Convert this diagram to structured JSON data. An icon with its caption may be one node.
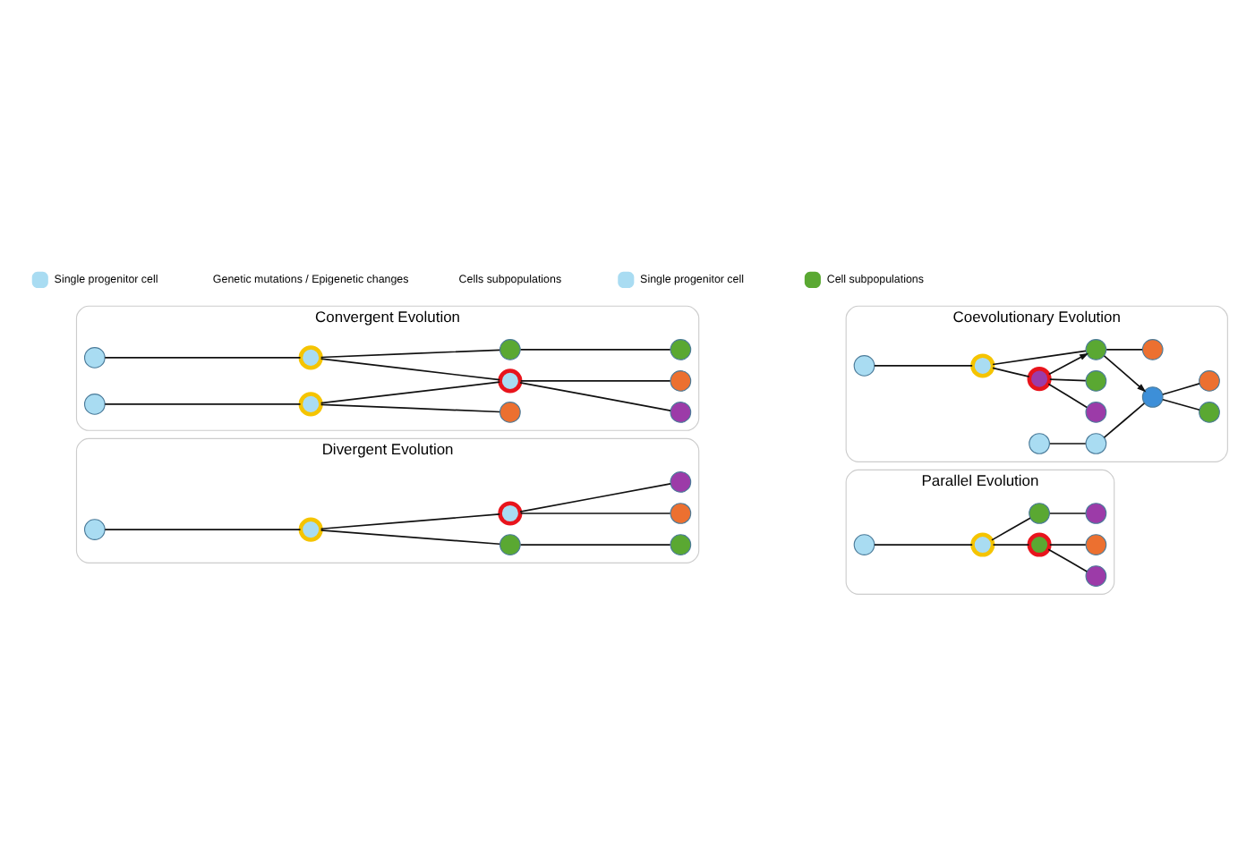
{
  "diagram": {
    "nodes": [
      {
        "text": [
          "Divergent Evolution"
        ]
      },
      {
        "text": [],
        "shape": "circle",
        "in": 0
      },
      {
        "text": [],
        "shape": "circle",
        "in": 0
      },
      {
        "text": [],
        "shape": "circle",
        "in": 0
      },
      {
        "text": [],
        "shape": "circle",
        "in": 0
      },
      {
        "text": [],
        "shape": "circle",
        "in": 0
      },
      {
        "text": [],
        "shape": "circle",
        "in": 0
      },
      {
        "text": [],
        "shape": "circle",
        "in": 0
      },
      {
        "text": [
          "Parallel Evolution"
        ]
      },
      {
        "text": [],
        "shape": "circle",
        "in": 8
      },
      {
        "text": [],
        "shape": "circle",
        "in": 8
      },
      {
        "text": [],
        "shape": "circle",
        "in": 8
      },
      {
        "text": [],
        "shape": "circle",
        "in": 8
      },
      {
        "text": [],
        "shape": "circle",
        "in": 8
      },
      {
        "text": [],
        "shape": "circle",
        "in": 8
      },
      {
        "text": [],
        "shape": "circle",
        "in": 8
      },
      {
        "text": [
          "Convergent Evolution"
        ]
      },
      {
        "text": [],
        "shape": "circle",
        "in": 16
      },
      {
        "text": [],
        "shape": "circle",
        "in": 16
      },
      {
        "text": [],
        "shape": "circle",
        "in": 16
      },
      {
        "text": [],
        "shape": "circle",
        "in": 16
      },
      {
        "text": [],
        "shape": "circle",
        "in": 16
      },
      {
        "text": [],
        "shape": "circle",
        "in": 16
      },
      {
        "text": [],
        "shape": "circle",
        "in": 16
      },
      {
        "text": [],
        "shape": "circle",
        "in": 16
      },
      {
        "text": [],
        "shape": "circle",
        "in": 16
      },
      {
        "text": [],
        "shape": "circle",
        "in": 16
      },
      {
        "text": [
          "Coevolutionary Evolution"
        ]
      },
      {
        "text": [],
        "shape": "circle",
        "in": 27
      },
      {
        "text": [],
        "shape": "circle",
        "in": 27
      },
      {
        "text": [],
        "shape": "circle",
        "in": 27
      },
      {
        "text": [],
        "shape": "circle",
        "in": 27
      },
      {
        "text": [],
        "shape": "circle",
        "in": 27
      },
      {
        "text": [],
        "shape": "circle",
        "in": 27
      },
      {
        "text": [],
        "shape": "circle",
        "in": 27
      },
      {
        "text": [],
        "shape": "circle",
        "in": 27
      },
      {
        "text": [],
        "shape": "circle",
        "in": 27
      },
      {
        "text": [],
        "shape": "circle",
        "in": 27
      },
      {
        "text": [],
        "shape": "circle",
        "in": 27
      },
      {
        "text": [],
        "shape": "circle",
        "in": 27
      }
    ],
    "edges": [
      {
        "from": 1,
        "to": 2,
        "arrow": "none"
      },
      {
        "from": 2,
        "to": 3,
        "arrow": "none"
      },
      {
        "from": 3,
        "to": 4,
        "arrow": "none"
      },
      {
        "from": 2,
        "to": 5,
        "arrow": "none"
      },
      {
        "from": 5,
        "to": 6,
        "arrow": "none"
      },
      {
        "from": 5,
        "to": 7,
        "arrow": "none"
      },
      {
        "from": 9,
        "to": 10,
        "arrow": "none"
      },
      {
        "from": 10,
        "to": 11,
        "arrow": "none"
      },
      {
        "from": 11,
        "to": 12,
        "arrow": "none"
      },
      {
        "from": 11,
        "to": 13,
        "arrow": "none"
      },
      {
        "from": 10,
        "to": 14,
        "arrow": "none"
      },
      {
        "from": 14,
        "to": 15,
        "arrow": "none"
      },
      {
        "from": 17,
        "to": 18,
        "arrow": "none"
      },
      {
        "from": 18,
        "to": 19,
        "arrow": "none"
      },
      {
        "from": 19,
        "to": 20,
        "arrow": "none"
      },
      {
        "from": 18,
        "to": 21,
        "arrow": "none"
      },
      {
        "from": 21,
        "to": 22,
        "arrow": "none"
      },
      {
        "from": 21,
        "to": 23,
        "arrow": "none"
      },
      {
        "from": 24,
        "to": 25,
        "arrow": "none"
      },
      {
        "from": 25,
        "to": 21,
        "arrow": "none"
      },
      {
        "from": 25,
        "to": 26,
        "arrow": "none"
      },
      {
        "from": 28,
        "to": 29,
        "arrow": "none"
      },
      {
        "from": 29,
        "to": 30,
        "arrow": "none"
      },
      {
        "from": 30,
        "to": 31,
        "arrow": "none"
      },
      {
        "from": 30,
        "to": 32,
        "arrow": "none"
      },
      {
        "from": 30,
        "to": 33,
        "arrow": "to"
      },
      {
        "from": 29,
        "to": 33,
        "arrow": "none"
      },
      {
        "from": 33,
        "to": 34,
        "arrow": "none"
      },
      {
        "from": 33,
        "to": 37,
        "arrow": "to"
      },
      {
        "from": 35,
        "to": 36,
        "arrow": "none"
      },
      {
        "from": 36,
        "to": 37,
        "arrow": "none"
      },
      {
        "from": 37,
        "to": 38,
        "arrow": "none"
      },
      {
        "from": 37,
        "to": 39,
        "arrow": "none"
      }
    ],
    "legend": [
      {
        "text": "Single progenitor cell",
        "color": "#a9dcf2"
      },
      {
        "text": "Genetic mutations / Epigenetic changes"
      },
      {
        "text": "Cells subpopulations"
      },
      {
        "text": "Single progenitor cell",
        "color": "#a9dcf2"
      },
      {
        "text": "Cell subpopulations",
        "color": "#5aa832"
      }
    ]
  }
}
